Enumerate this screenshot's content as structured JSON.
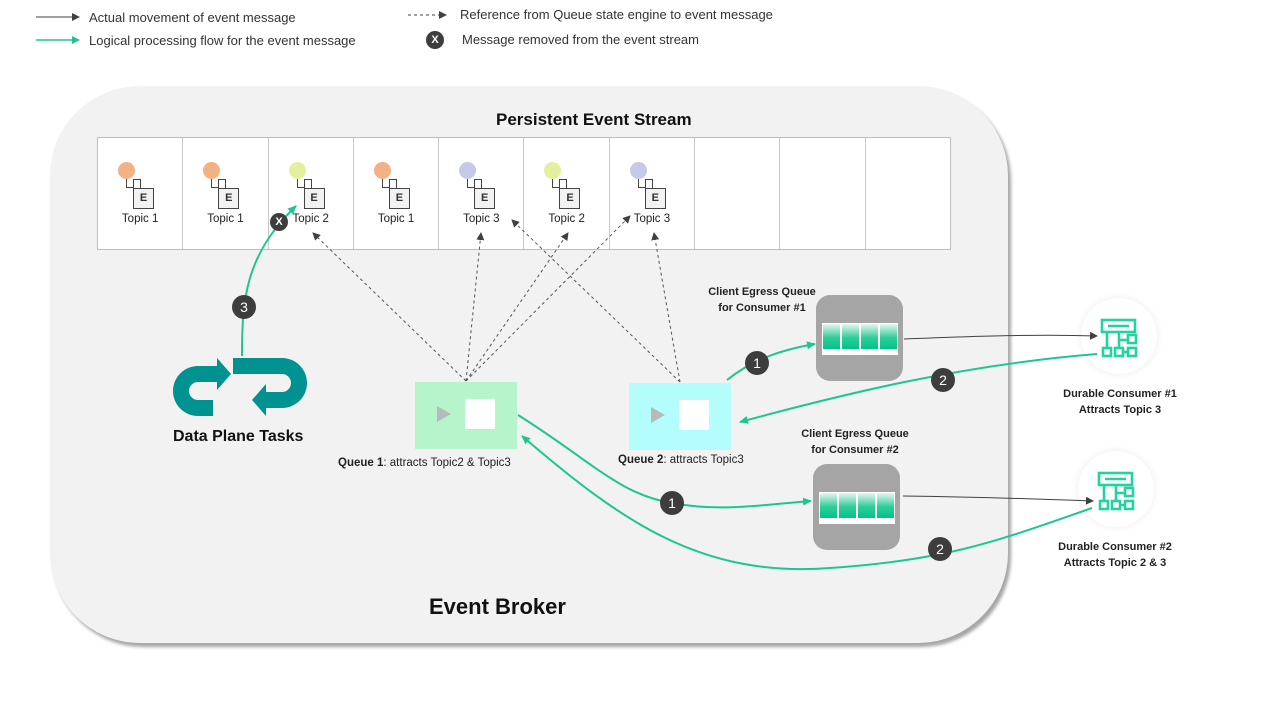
{
  "legend": {
    "items": [
      {
        "key": "actual-movement",
        "label": "Actual movement of event message",
        "style": "solid-dark-arrow"
      },
      {
        "key": "logical-flow",
        "label": "Logical processing flow for the event message",
        "style": "solid-green-arrow"
      },
      {
        "key": "reference",
        "label": "Reference from Queue state engine to event message",
        "style": "dashed-dark-arrow"
      },
      {
        "key": "removed",
        "label": "Message removed from the event stream",
        "style": "x-badge",
        "badge": "X"
      }
    ]
  },
  "broker": {
    "label": "Event Broker",
    "stream": {
      "title": "Persistent Event Stream",
      "event_glyph": "E",
      "cells": [
        {
          "topic": "Topic 1",
          "color": "#f4b183"
        },
        {
          "topic": "Topic 1",
          "color": "#f4b183"
        },
        {
          "topic": "Topic 2",
          "color": "#e6ef9e",
          "removed": true
        },
        {
          "topic": "Topic 1",
          "color": "#f4b183"
        },
        {
          "topic": "Topic 3",
          "color": "#c5cae9"
        },
        {
          "topic": "Topic 2",
          "color": "#e6ef9e"
        },
        {
          "topic": "Topic 3",
          "color": "#c5cae9"
        },
        {
          "topic": ""
        },
        {
          "topic": ""
        },
        {
          "topic": ""
        }
      ]
    },
    "data_plane": {
      "label": "Data Plane Tasks",
      "icon": "sync-loop-icon",
      "step": "3"
    },
    "queues": [
      {
        "name_bold": "Queue 1",
        "desc": ": attracts Topic2 & Topic3",
        "color": "#b6f5cb"
      },
      {
        "name_bold": "Queue 2",
        "desc": ": attracts Topic3",
        "color": "#b3fdfd"
      }
    ],
    "egress_queues": [
      {
        "title_line1": "Client Egress Queue",
        "title_line2": "for Consumer #1",
        "step_in": "1"
      },
      {
        "title_line1": "Client  Egress Queue",
        "title_line2": "for Consumer #2",
        "step_in": "1"
      }
    ]
  },
  "consumers": [
    {
      "line1": "Durable Consumer #1",
      "line2": "Attracts Topic  3",
      "step_ack": "2"
    },
    {
      "line1": "Durable Consumer #2",
      "line2": "Attracts Topic  2 & 3",
      "step_ack": "2"
    }
  ],
  "colors": {
    "teal_flow": "#1ec594",
    "dark_arrow": "#404040",
    "data_plane_teal": "#009191",
    "broker_bg": "#f2f2f2",
    "egress_bg": "#a5a5a5",
    "consumer_icon": "#22d3a0"
  }
}
